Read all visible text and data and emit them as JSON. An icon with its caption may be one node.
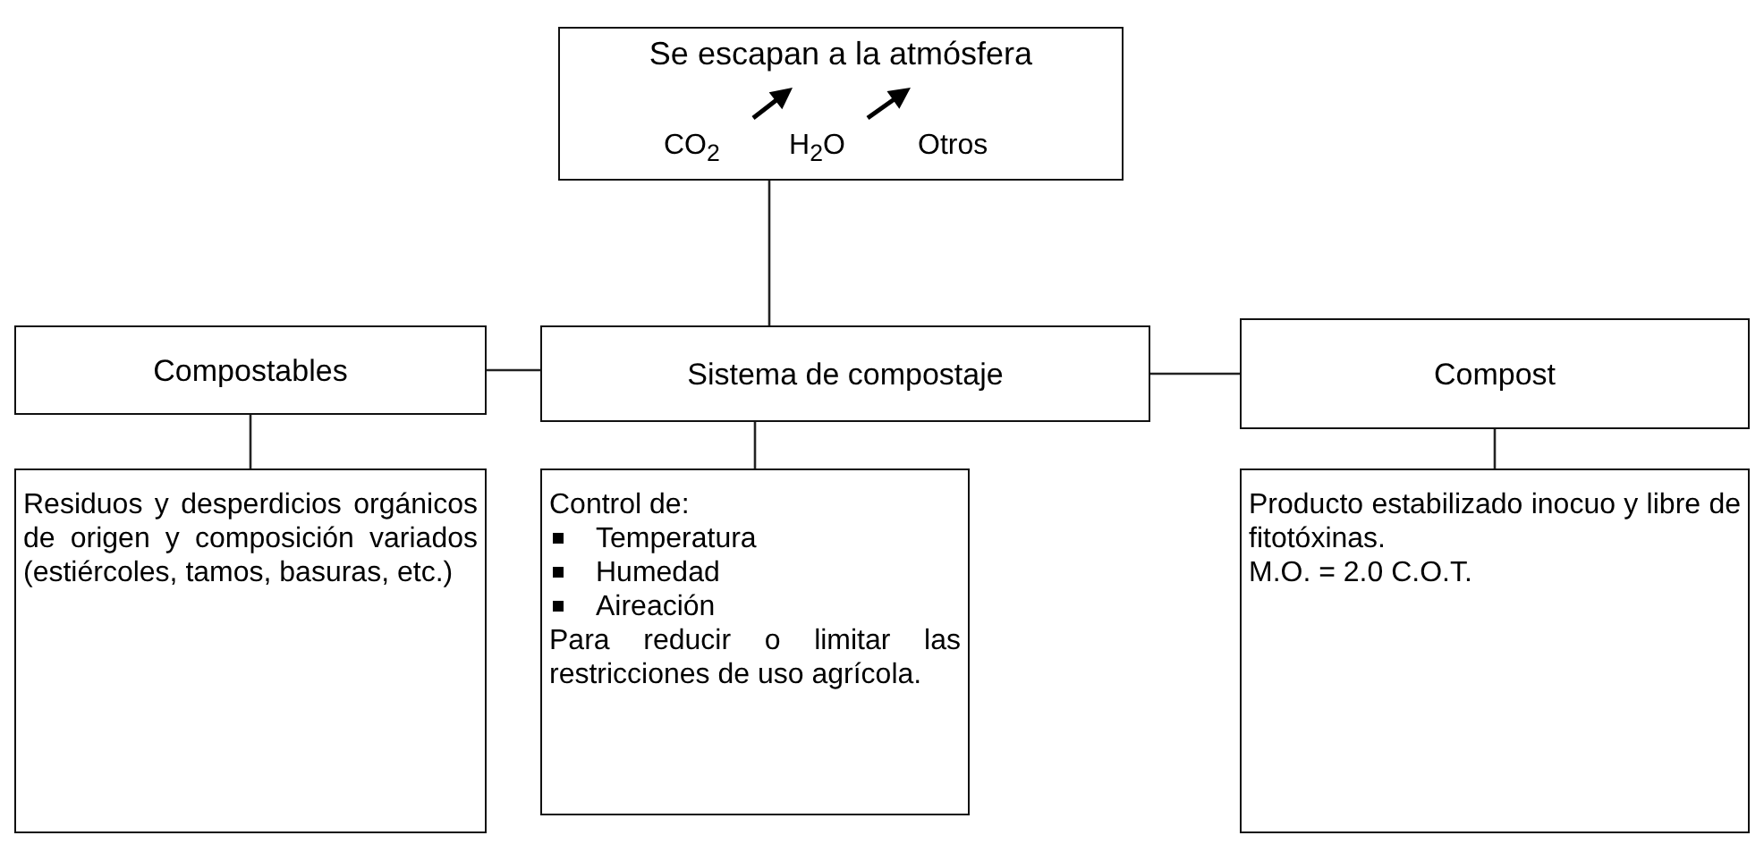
{
  "diagram": {
    "nodes": [
      {
        "text": [
          "Se escapan a la atmósfera",
          "CO$_{2}$",
          "H$_{2}$O",
          "Otros"
        ]
      },
      {
        "text": [
          "Compostables"
        ]
      },
      {
        "text": [
          "Sistema de compostaje"
        ]
      },
      {
        "text": [
          "Compost"
        ]
      },
      {
        "text": [
          "Residuos y desperdicios orgánicos de origen y composición variados (estiércoles, tamos, basuras, etc.)"
        ]
      },
      {
        "text": [
          "Control de:",
          "Temperatura",
          "Humedad",
          "Aireación",
          "Para reducir o limitar las restricciones de uso agrícola."
        ]
      },
      {
        "text": [
          "Producto estabilizado inocuo y libre de fitotóxinas.",
          "M.O. = 2.0 C.O.T."
        ]
      }
    ],
    "edges": [
      {
        "from": 0,
        "to": 2,
        "arrow": "none"
      },
      {
        "from": 1,
        "to": 2,
        "arrow": "none"
      },
      {
        "from": 2,
        "to": 3,
        "arrow": "none"
      },
      {
        "from": 1,
        "to": 4,
        "arrow": "none"
      },
      {
        "from": 2,
        "to": 5,
        "arrow": "none"
      },
      {
        "from": 3,
        "to": 6,
        "arrow": "none"
      }
    ]
  }
}
